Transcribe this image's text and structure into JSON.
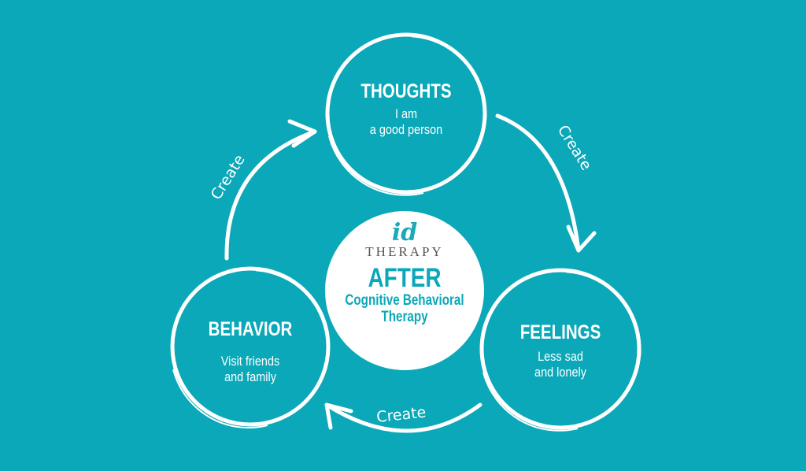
{
  "colors": {
    "background": "#0aa8b8",
    "accent": "#1aa9b7",
    "white": "#ffffff",
    "logo_text": "#555555"
  },
  "nodes": {
    "thoughts": {
      "title": "THOUGHTS",
      "line1": "I am",
      "line2": "a good person"
    },
    "feelings": {
      "title": "FEELINGS",
      "line1": "Less sad",
      "line2": "and lonely"
    },
    "behavior": {
      "title": "BEHAVIOR",
      "line1": "Visit friends",
      "line2": "and family"
    }
  },
  "center": {
    "logo_mark": "id",
    "logo_name": "THERAPY",
    "heading": "AFTER",
    "subheading_line1": "Cognitive Behavioral",
    "subheading_line2": "Therapy"
  },
  "arrows": {
    "thoughts_to_feelings": "Create",
    "feelings_to_behavior": "Create",
    "behavior_to_thoughts": "Create"
  }
}
